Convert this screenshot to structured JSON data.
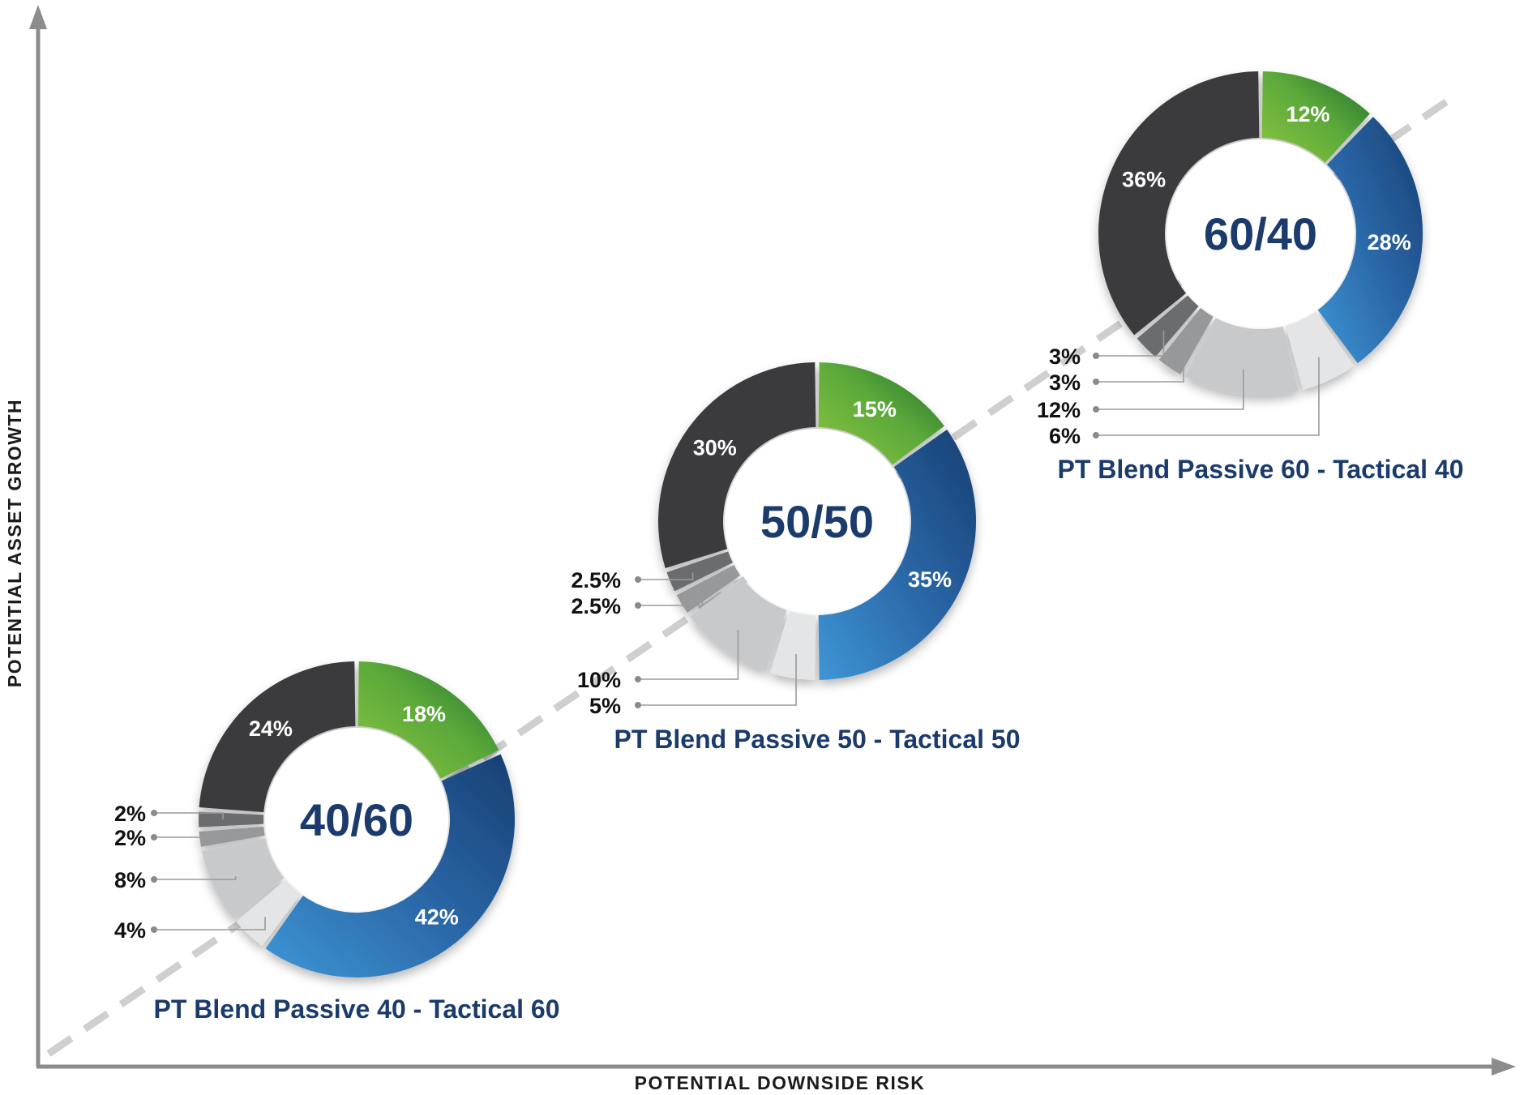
{
  "axes": {
    "x_label": "POTENTIAL DOWNSIDE RISK",
    "y_label": "POTENTIAL ASSET GROWTH"
  },
  "colors": {
    "green": "#5fae3b",
    "blue": "#2f6fae",
    "charcoal": "#3a3b3d",
    "gray_dark": "#6b6c6e",
    "gray_mid": "#97989a",
    "gray_light": "#c8c9cb",
    "gray_pale": "#e4e5e6",
    "axis": "#8c8c8c",
    "trend": "#cfcfcf",
    "title": "#1a3b6b"
  },
  "chart_data": [
    {
      "type": "pie",
      "center_label": "40/60",
      "title": "PT Blend Passive 40 - Tactical 60",
      "slices": [
        {
          "value": 18,
          "label": "18%",
          "color_key": "green"
        },
        {
          "value": 42,
          "label": "42%",
          "color_key": "blue"
        },
        {
          "value": 4,
          "label": "4%",
          "color_key": "gray_pale"
        },
        {
          "value": 8,
          "label": "8%",
          "color_key": "gray_light"
        },
        {
          "value": 2,
          "label": "2%",
          "color_key": "gray_mid"
        },
        {
          "value": 2,
          "label": "2%",
          "color_key": "gray_dark"
        },
        {
          "value": 24,
          "label": "24%",
          "color_key": "charcoal"
        }
      ]
    },
    {
      "type": "pie",
      "center_label": "50/50",
      "title": "PT Blend Passive 50 - Tactical 50",
      "slices": [
        {
          "value": 15,
          "label": "15%",
          "color_key": "green"
        },
        {
          "value": 35,
          "label": "35%",
          "color_key": "blue"
        },
        {
          "value": 5,
          "label": "5%",
          "color_key": "gray_pale"
        },
        {
          "value": 10,
          "label": "10%",
          "color_key": "gray_light"
        },
        {
          "value": 2.5,
          "label": "2.5%",
          "color_key": "gray_mid"
        },
        {
          "value": 2.5,
          "label": "2.5%",
          "color_key": "gray_dark"
        },
        {
          "value": 30,
          "label": "30%",
          "color_key": "charcoal"
        }
      ]
    },
    {
      "type": "pie",
      "center_label": "60/40",
      "title": "PT Blend Passive 60 - Tactical 40",
      "slices": [
        {
          "value": 12,
          "label": "12%",
          "color_key": "green"
        },
        {
          "value": 28,
          "label": "28%",
          "color_key": "blue"
        },
        {
          "value": 6,
          "label": "6%",
          "color_key": "gray_pale"
        },
        {
          "value": 12,
          "label": "12%",
          "color_key": "gray_light"
        },
        {
          "value": 3,
          "label": "3%",
          "color_key": "gray_mid"
        },
        {
          "value": 3,
          "label": "3%",
          "color_key": "gray_dark"
        },
        {
          "value": 36,
          "label": "36%",
          "color_key": "charcoal"
        }
      ]
    }
  ]
}
